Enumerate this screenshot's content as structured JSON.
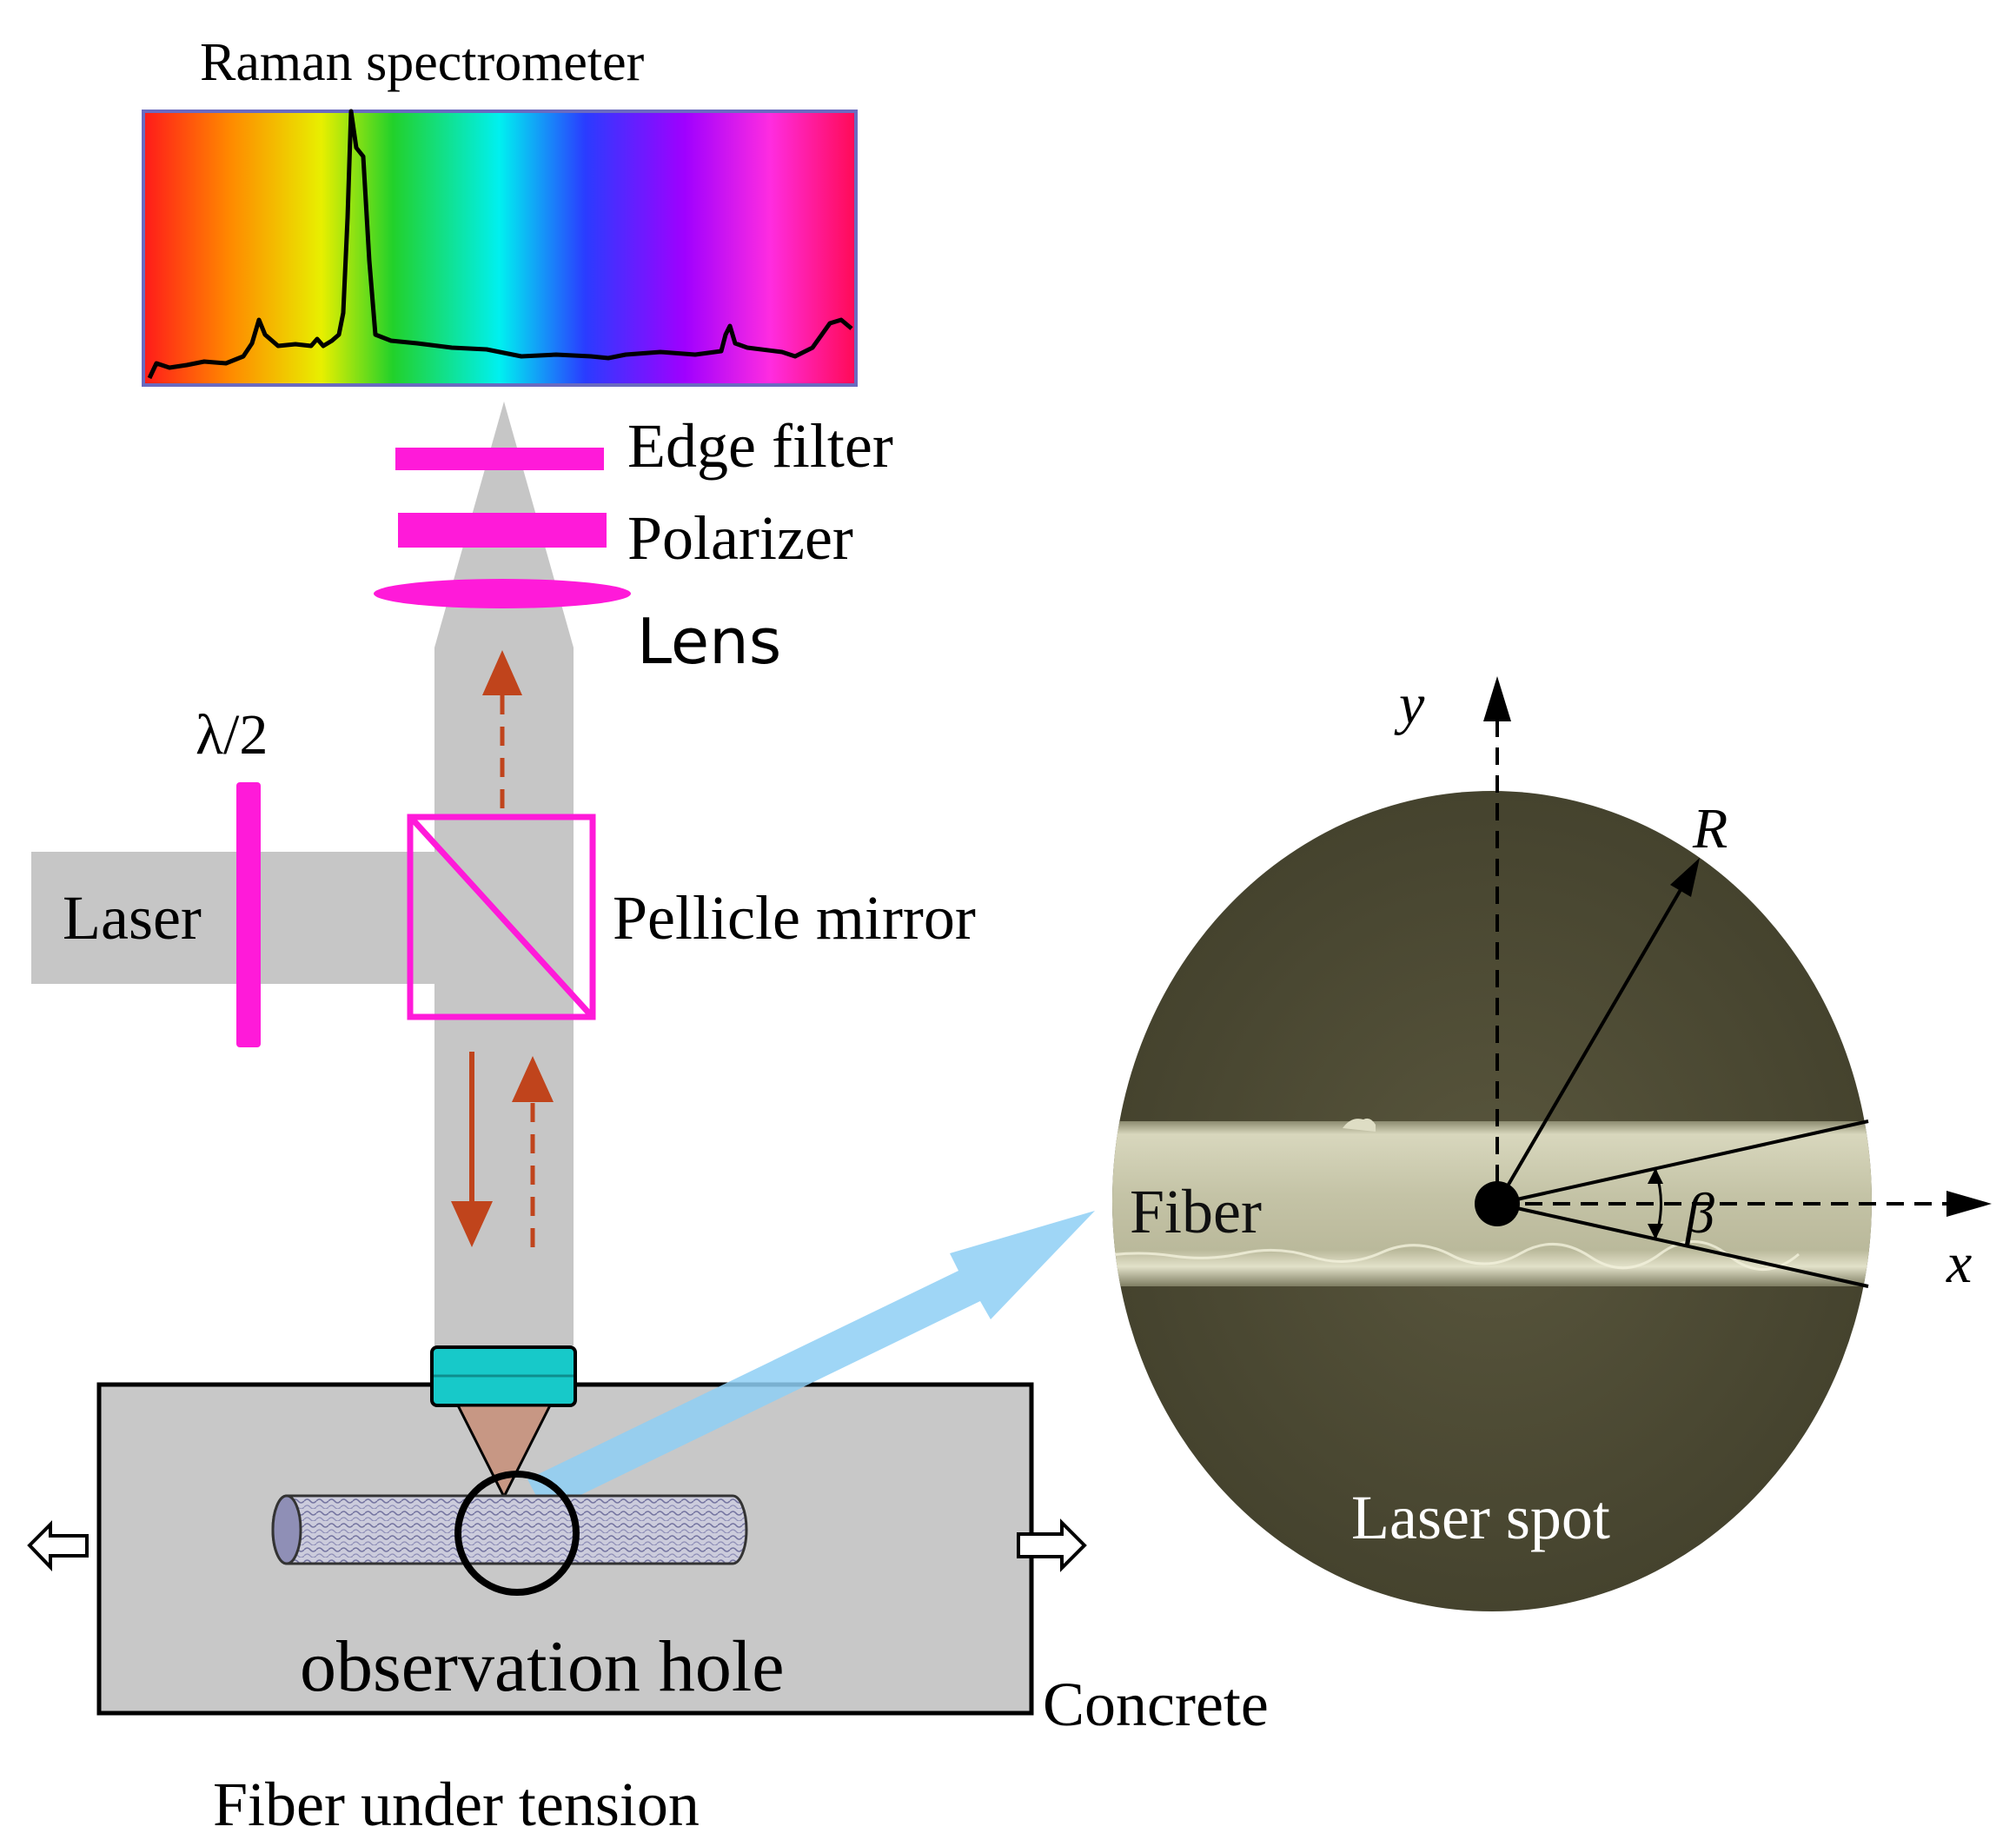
{
  "labels": {
    "spectrometer": "Raman spectrometer",
    "edge_filter": "Edge filter",
    "polarizer": "Polarizer",
    "lens": "Lens",
    "half_wave": "λ/2",
    "laser": "Laser",
    "pellicle": "Pellicle mirror",
    "observation_hole": "observation hole",
    "concrete": "Concrete",
    "fiber_tension": "Fiber under tension",
    "axis_y": "y",
    "axis_x": "x",
    "radius": "R",
    "angle": "β",
    "fiber": "Fiber",
    "laser_spot": "Laser spot"
  },
  "colors": {
    "magenta": "#ff1ad9",
    "beam_gray": "#c6c6c6",
    "arrow_brown": "#c0441c",
    "objective_cyan": "#17c9c9",
    "zoom_arrow_blue": "#8ecff5",
    "spot_olive": "#4f4c35",
    "fiber_band": "#c9c8ac"
  },
  "icons": {
    "tension_arrow_left": "outline-arrow-left-icon",
    "tension_arrow_right": "outline-arrow-right-icon"
  }
}
